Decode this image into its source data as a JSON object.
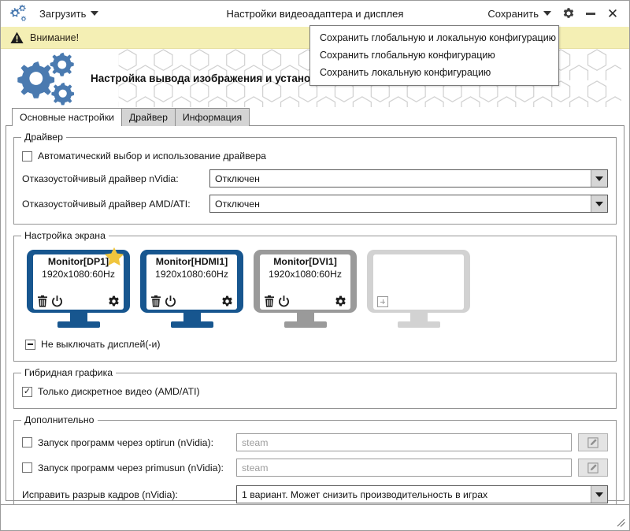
{
  "window": {
    "title": "Настройки видеоадаптера и дисплея",
    "load_button": "Загрузить",
    "save_button": "Сохранить",
    "logo_icon": "gears-icon",
    "settings_icon": "gear-icon",
    "minimize_icon": "minimize-icon",
    "close_icon": "close-icon"
  },
  "save_menu": {
    "items": [
      "Сохранить глобальную и локальную конфигурацию",
      "Сохранить глобальную конфигурацию",
      "Сохранить локальную конфигурацию"
    ]
  },
  "warning": {
    "icon": "warning-triangle-icon",
    "text": "Внимание!",
    "background": "#f4efb4"
  },
  "hero": {
    "icon": "gears-icon",
    "title": "Настройка вывода изображения и установка драйвера видеокарты"
  },
  "tabs": [
    {
      "label": "Основные настройки",
      "active": true
    },
    {
      "label": "Драйвер",
      "active": false
    },
    {
      "label": "Информация",
      "active": false
    }
  ],
  "driver_group": {
    "legend": "Драйвер",
    "auto_checkbox": {
      "label": "Автоматический выбор и использование драйвера",
      "state": "unchecked"
    },
    "nvidia": {
      "label": "Отказоустойчивый драйвер nVidia:",
      "value": "Отключен"
    },
    "amd": {
      "label": "Отказоустойчивый драйвер AMD/ATI:",
      "value": "Отключен"
    }
  },
  "screen_group": {
    "legend": "Настройка экрана",
    "monitors": [
      {
        "name": "Monitor[DP1]",
        "resolution": "1920x1080:60Hz",
        "color": "#17568f",
        "primary": true,
        "star_color": "#f0c53d",
        "icons": [
          "trash-icon",
          "power-icon",
          "gear-icon"
        ]
      },
      {
        "name": "Monitor[HDMI1]",
        "resolution": "1920x1080:60Hz",
        "color": "#17568f",
        "primary": false,
        "icons": [
          "trash-icon",
          "power-icon",
          "gear-icon"
        ]
      },
      {
        "name": "Monitor[DVI1]",
        "resolution": "1920x1080:60Hz",
        "color": "#9a9a9a",
        "primary": false,
        "icons": [
          "trash-icon",
          "power-icon",
          "gear-icon"
        ]
      },
      {
        "name": "",
        "resolution": "",
        "color": "#d2d2d2",
        "primary": false,
        "empty": true,
        "icons": [
          "add-icon"
        ]
      }
    ],
    "keep_display_on": {
      "label": "Не выключать дисплей(-и)",
      "state": "partial"
    }
  },
  "hybrid_group": {
    "legend": "Гибридная графика",
    "discrete_only": {
      "label": "Только дискретное видео (AMD/ATI)",
      "state": "checked"
    }
  },
  "advanced_group": {
    "legend": "Дополнительно",
    "optirun": {
      "label": "Запуск программ через optirun (nVidia):",
      "state": "unchecked",
      "placeholder": "steam",
      "edit_icon": "edit-pencil-icon"
    },
    "primusrun": {
      "label": "Запуск программ через primusun (nVidia):",
      "state": "unchecked",
      "placeholder": "steam",
      "edit_icon": "edit-pencil-icon"
    },
    "tearfree": {
      "label": "Исправить разрыв кадров (nVidia):",
      "value": "1 вариант. Может снизить производительность в играх"
    }
  },
  "statusbar": {
    "grip_icon": "resize-grip-icon"
  }
}
